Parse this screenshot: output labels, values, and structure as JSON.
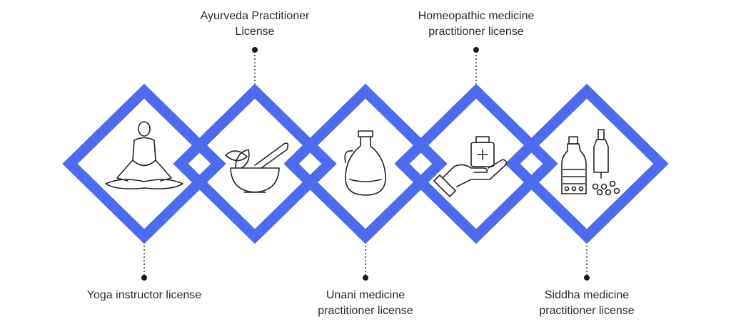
{
  "colors": {
    "frame": "#4F6BED",
    "icon_stroke": "#222222",
    "text": "#2b2b2b",
    "connector": "#333333"
  },
  "items": [
    {
      "label": "Yoga instructor license",
      "icon": "meditation-icon"
    },
    {
      "label": "Ayurveda Practitioner\nLicense",
      "icon": "mortar-pestle-icon"
    },
    {
      "label": "Unani medicine\npractitioner license",
      "icon": "oil-jug-icon"
    },
    {
      "label": "Homeopathic medicine\npractitioner license",
      "icon": "hand-medicine-icon"
    },
    {
      "label": "Siddha medicine\npractitioner license",
      "icon": "bottles-pills-icon"
    }
  ]
}
